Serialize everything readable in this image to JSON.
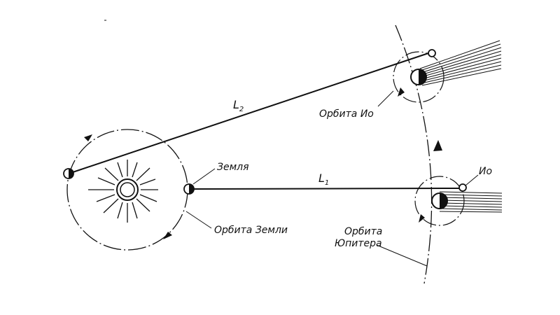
{
  "labels": {
    "earth": "Земля",
    "earth_orbit": "Орбита Земли",
    "io": "Ио",
    "io_orbit": "Орбита Ио",
    "jupiter_orbit_line1": "Орбита",
    "jupiter_orbit_line2": "Юпитера",
    "l1_letter": "L",
    "l1_index": "1",
    "l2_letter": "L",
    "l2_index": "2"
  },
  "colors": {
    "ink": "#111111",
    "background": "#ffffff"
  }
}
